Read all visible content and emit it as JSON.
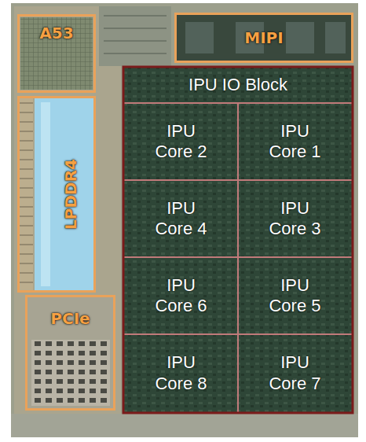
{
  "diagram": {
    "nodes": [
      {
        "text": [
          "A53"
        ]
      },
      {
        "text": [
          "MIPI"
        ]
      },
      {
        "text": [
          "IPU IO Block"
        ]
      },
      {
        "text": [
          "LPDDR4"
        ]
      },
      {
        "text": [
          "IPU Core 2"
        ]
      },
      {
        "text": [
          "IPU Core 1"
        ]
      },
      {
        "text": [
          "IPU Core 4"
        ]
      },
      {
        "text": [
          "IPU Core 3"
        ]
      },
      {
        "text": [
          "IPU Core 6"
        ]
      },
      {
        "text": [
          "IPU Core 5"
        ]
      },
      {
        "text": [
          "PCIe"
        ]
      },
      {
        "text": [
          "IPU Core 8"
        ]
      },
      {
        "text": [
          "IPU Core 7"
        ]
      }
    ]
  }
}
